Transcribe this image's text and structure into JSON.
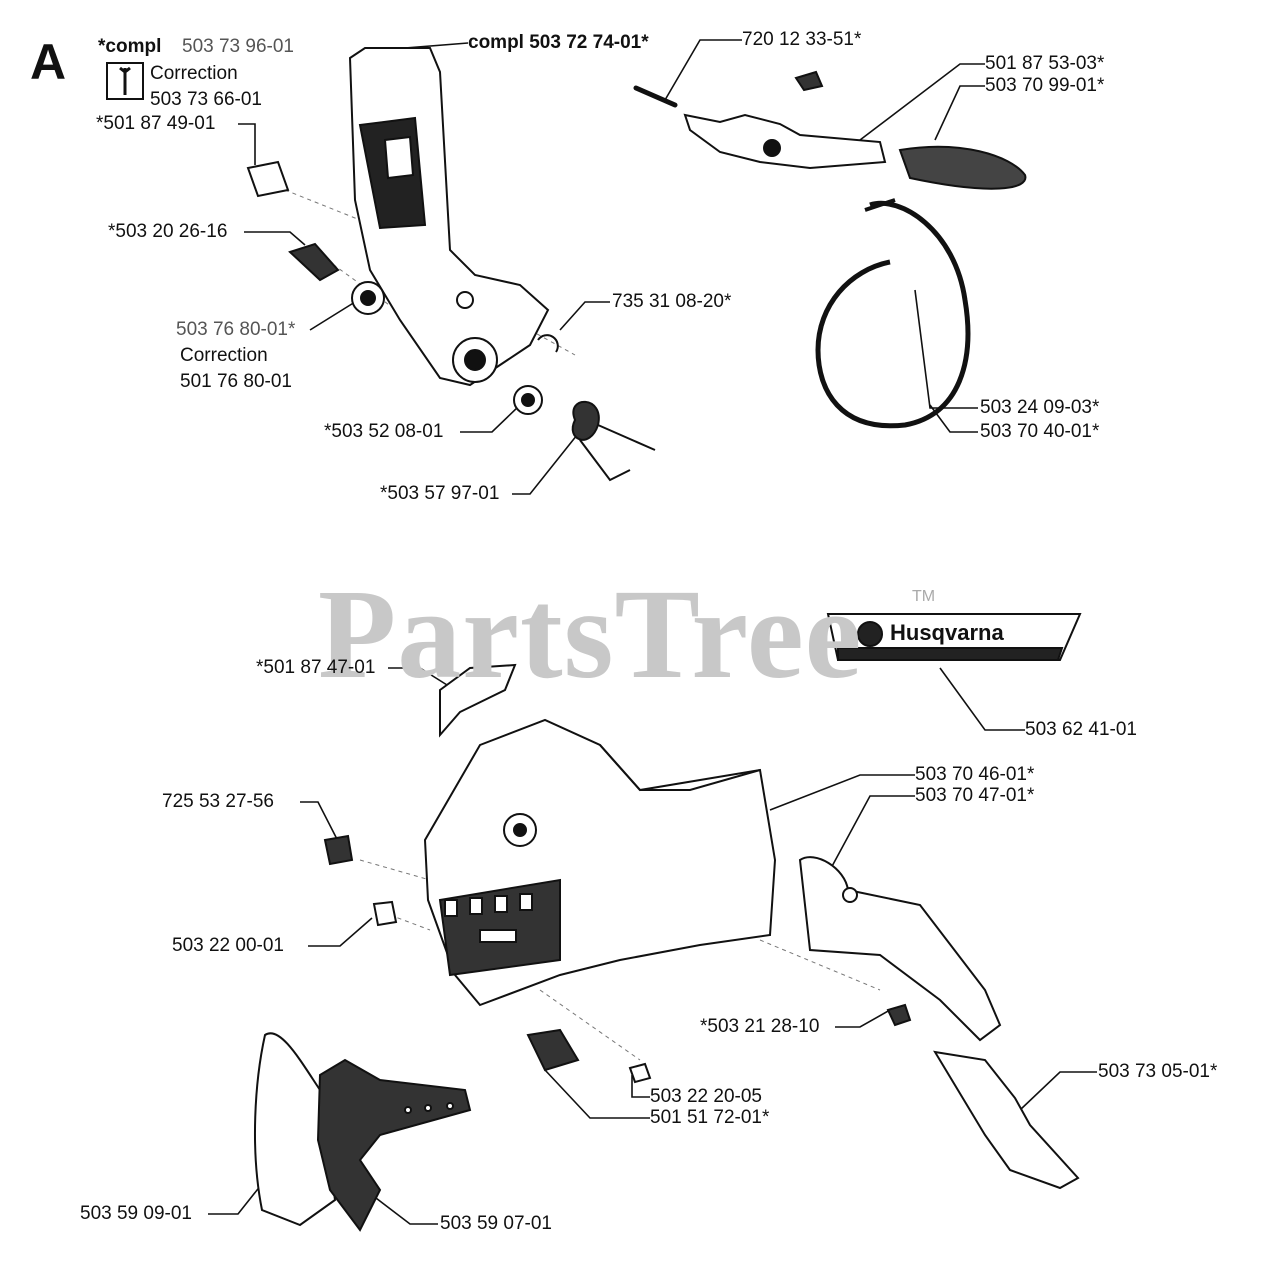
{
  "section_letter": "A",
  "watermark": {
    "text": "PartsTree",
    "tm": "TM"
  },
  "brand": {
    "name": "Husqvarna"
  },
  "header": {
    "compl_prefix": "*compl",
    "compl_number": "503 73 96-01",
    "correction_label": "Correction",
    "correction_number": "503 73 66-01"
  },
  "labels": [
    {
      "id": "compl-503-72-74-01",
      "text": "compl 503 72 74-01*"
    },
    {
      "id": "720-12-33-51",
      "text": "720 12 33-51*"
    },
    {
      "id": "501-87-53-03",
      "text": "501 87 53-03*"
    },
    {
      "id": "503-70-99-01",
      "text": "503 70 99-01*"
    },
    {
      "id": "501-87-49-01",
      "text": "*501 87 49-01"
    },
    {
      "id": "503-20-26-16",
      "text": "*503 20 26-16"
    },
    {
      "id": "735-31-08-20",
      "text": "735 31 08-20*"
    },
    {
      "id": "503-76-80-01",
      "text": "503 76 80-01*"
    },
    {
      "id": "correction-2",
      "text": "Correction"
    },
    {
      "id": "501-76-80-01",
      "text": "501 76 80-01"
    },
    {
      "id": "503-52-08-01",
      "text": "*503 52 08-01"
    },
    {
      "id": "503-57-97-01",
      "text": "*503 57 97-01"
    },
    {
      "id": "503-24-09-03",
      "text": "503 24 09-03*"
    },
    {
      "id": "503-70-40-01",
      "text": "503 70 40-01*"
    },
    {
      "id": "501-87-47-01",
      "text": "*501 87 47-01"
    },
    {
      "id": "503-62-41-01",
      "text": "503 62 41-01"
    },
    {
      "id": "503-70-46-01",
      "text": "503 70 46-01*"
    },
    {
      "id": "503-70-47-01",
      "text": "503 70 47-01*"
    },
    {
      "id": "725-53-27-56",
      "text": "725 53 27-56"
    },
    {
      "id": "503-22-00-01",
      "text": "503 22 00-01"
    },
    {
      "id": "503-21-28-10",
      "text": "*503 21 28-10"
    },
    {
      "id": "503-22-20-05",
      "text": "503 22 20-05"
    },
    {
      "id": "501-51-72-01",
      "text": "501 51 72-01*"
    },
    {
      "id": "503-73-05-01",
      "text": "503 73 05-01*"
    },
    {
      "id": "503-59-09-01",
      "text": "503 59 09-01"
    },
    {
      "id": "503-59-07-01",
      "text": "503 59 07-01"
    }
  ]
}
